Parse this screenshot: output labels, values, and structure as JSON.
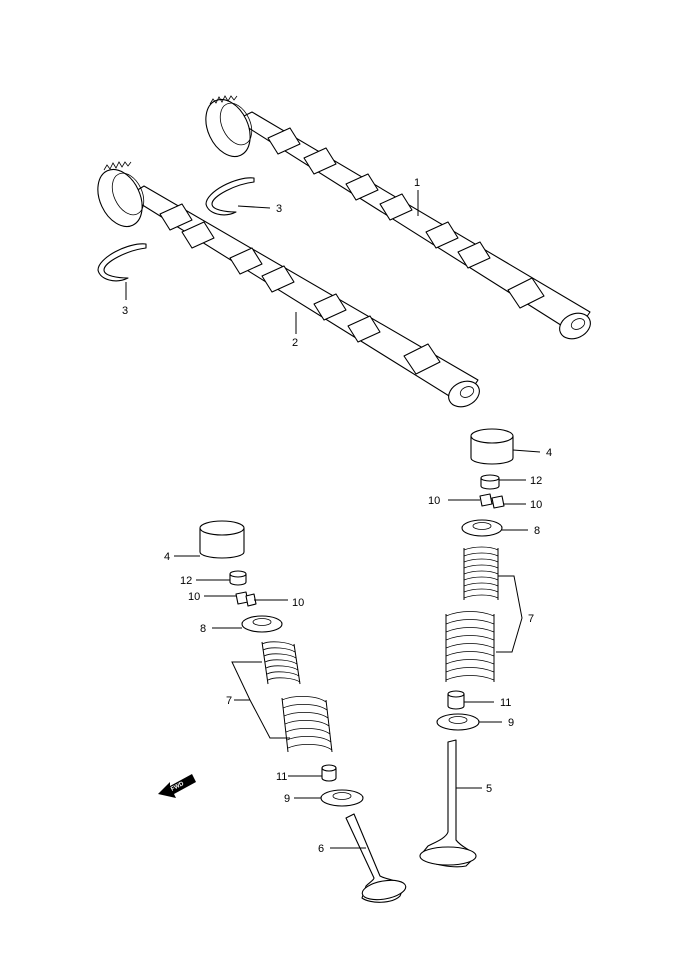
{
  "callouts": [
    {
      "id": "c1",
      "text": "1"
    },
    {
      "id": "c2",
      "text": "2"
    },
    {
      "id": "c3a",
      "text": "3"
    },
    {
      "id": "c3b",
      "text": "3"
    },
    {
      "id": "c4r",
      "text": "4"
    },
    {
      "id": "c12r",
      "text": "12"
    },
    {
      "id": "c10ra",
      "text": "10"
    },
    {
      "id": "c10rb",
      "text": "10"
    },
    {
      "id": "c8r",
      "text": "8"
    },
    {
      "id": "c7r",
      "text": "7"
    },
    {
      "id": "c11r",
      "text": "11"
    },
    {
      "id": "c9r",
      "text": "9"
    },
    {
      "id": "c5",
      "text": "5"
    },
    {
      "id": "c4l",
      "text": "4"
    },
    {
      "id": "c12l",
      "text": "12"
    },
    {
      "id": "c10la",
      "text": "10"
    },
    {
      "id": "c10lb",
      "text": "10"
    },
    {
      "id": "c8l",
      "text": "8"
    },
    {
      "id": "c7l",
      "text": "7"
    },
    {
      "id": "c11l",
      "text": "11"
    },
    {
      "id": "c9l",
      "text": "9"
    },
    {
      "id": "c6",
      "text": "6"
    }
  ],
  "fwd": {
    "label": "FWD"
  }
}
